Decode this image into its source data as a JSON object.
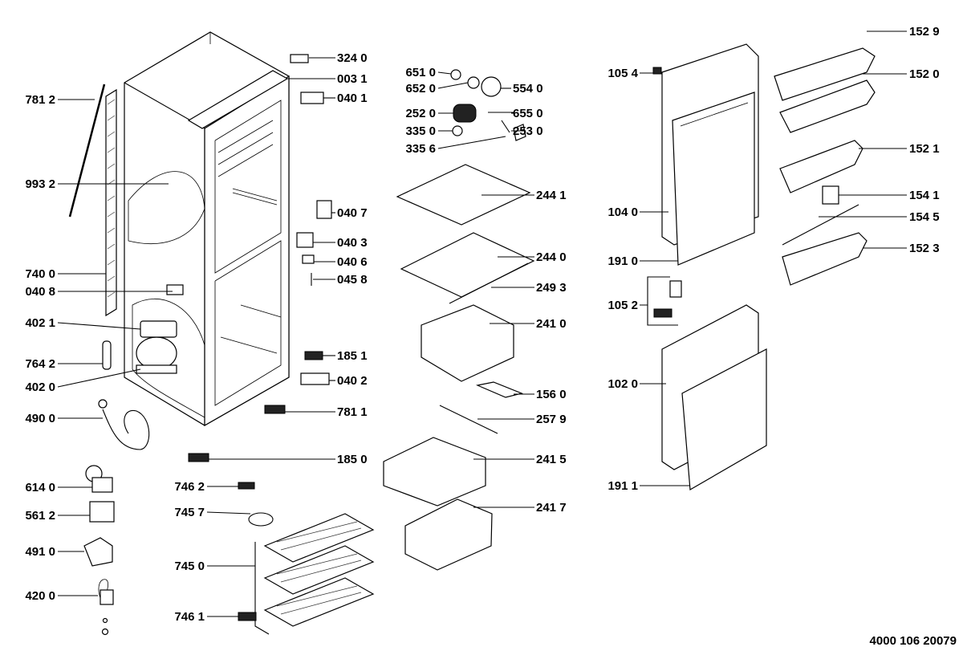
{
  "labels": [
    "324 0",
    "003 1",
    "040 1",
    "781 2",
    "993 2",
    "740 0",
    "040 8",
    "402 1",
    "764 2",
    "402 0",
    "490 0",
    "040 7",
    "040 3",
    "040 6",
    "045 8",
    "185 1",
    "040 2",
    "781 1",
    "185 0",
    "614 0",
    "561 2",
    "491 0",
    "420 0",
    "746 2",
    "745 7",
    "745 0",
    "746 1",
    "651 0",
    "652 0",
    "554 0",
    "252 0",
    "655 0",
    "335 0",
    "253 0",
    "335 6",
    "244 1",
    "244 0",
    "249 3",
    "241 0",
    "156 0",
    "257 9",
    "241 5",
    "241 7",
    "105 4",
    "104 0",
    "191 0",
    "105 2",
    "102 0",
    "191 1",
    "152 9",
    "152 0",
    "152 1",
    "154 1",
    "154 5",
    "152 3"
  ],
  "document_code": "4000 106 20079"
}
